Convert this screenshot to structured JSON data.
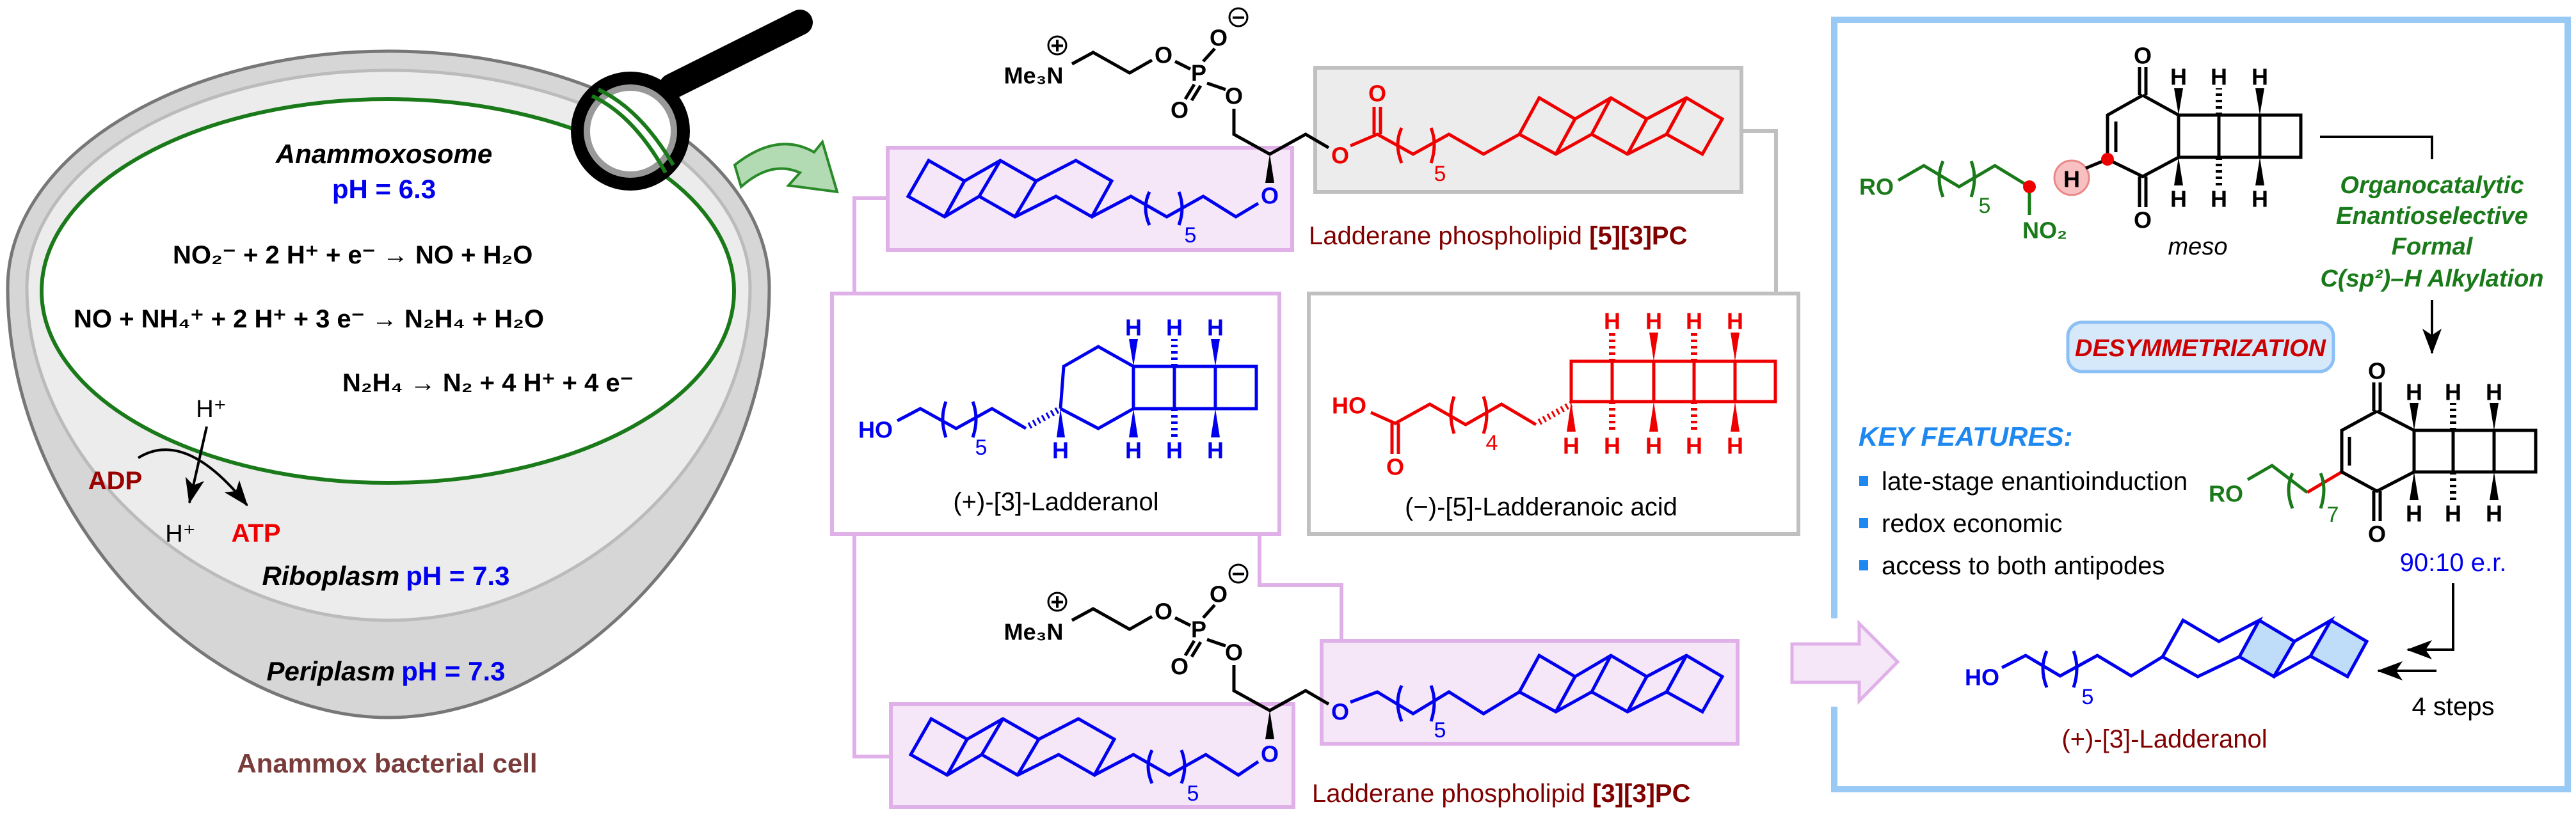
{
  "cell": {
    "title": "Anammoxosome",
    "ph_anammoxosome": "pH = 6.3",
    "equations": [
      "NO₂⁻ + 2 H⁺ + e⁻ → NO + H₂O",
      "NO + NH₄⁺ + 2 H⁺ + 3 e⁻ → N₂H₄ + H₂O",
      "N₂H₄ → N₂ + 4 H⁺ + 4 e⁻"
    ],
    "proton_in": "H⁺",
    "proton_out": "H⁺",
    "adp": "ADP",
    "atp": "ATP",
    "riboplasm": "Riboplasm",
    "riboplasm_ph": "pH = 7.3",
    "periplasm": "Periplasm",
    "periplasm_ph": "pH = 7.3",
    "caption": "Anammox bacterial cell"
  },
  "molecules": {
    "pc53_text": "Ladderane phospholipid ",
    "pc53_code": "[5][3]PC",
    "pc33_text": "Ladderane phospholipid ",
    "pc33_code": "[3][3]PC",
    "ladderanol": "(+)-[3]-Ladderanol",
    "ladderanoic": "(−)-[5]-Ladderanoic acid"
  },
  "atoms": {
    "O": "O",
    "H": "H",
    "P": "P",
    "HO": "HO",
    "RO": "RO",
    "NO2": "NO₂",
    "Me3N": "Me₃N",
    "plus": "+",
    "minus": "−"
  },
  "repeat_counts": {
    "n5": "5",
    "n4": "4",
    "n7": "7"
  },
  "synthesis": {
    "meso": "meso",
    "conditions": [
      "Organocatalytic",
      "Enantioselective",
      "Formal",
      "C(sp²)–H Alkylation"
    ],
    "badge": "DESYMMETRIZATION",
    "key_features_title": "KEY FEATURES:",
    "key_features": [
      "late-stage enantioinduction",
      "redox economic",
      "access to both antipodes"
    ],
    "er": "90:10 e.r.",
    "steps": "4 steps",
    "product": "(+)-[3]-Ladderanol"
  },
  "colors": {
    "blue_structure": "#0000ee",
    "red_structure": "#ee0000",
    "green_reagent": "#1a7a1a",
    "label_darkred": "#800000",
    "frame_blue": "#99c9f5",
    "purple_box": "#f5e6f8"
  }
}
